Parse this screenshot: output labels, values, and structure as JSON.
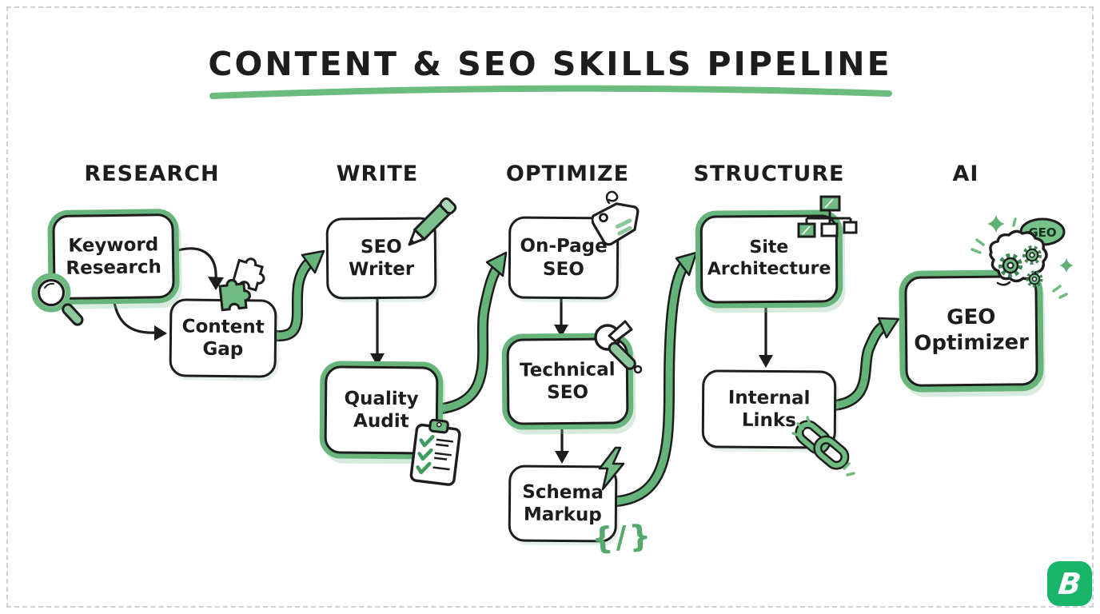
{
  "title": "CONTENT & SEO SKILLS PIPELINE",
  "columns": {
    "research": "RESEARCH",
    "write": "WRITE",
    "optimize": "OPTIMIZE",
    "structure": "STRUCTURE",
    "ai": "AI"
  },
  "nodes": {
    "keyword_research": {
      "line1": "Keyword",
      "line2": "Research",
      "icon": "magnifying-glass",
      "highlighted": true
    },
    "content_gap": {
      "line1": "Content",
      "line2": "Gap",
      "icon": "puzzle-pieces",
      "highlighted": false
    },
    "seo_writer": {
      "line1": "SEO",
      "line2": "Writer",
      "icon": "pencil",
      "highlighted": false
    },
    "quality_audit": {
      "line1": "Quality",
      "line2": "Audit",
      "icon": "clipboard-checklist",
      "highlighted": true
    },
    "on_page_seo": {
      "line1": "On-Page",
      "line2": "SEO",
      "icon": "price-tag",
      "highlighted": false
    },
    "technical_seo": {
      "line1": "Technical",
      "line2": "SEO",
      "icon": "wrench",
      "highlighted": true
    },
    "schema_markup": {
      "line1": "Schema",
      "line2": "Markup",
      "icon": "lightning-bolt",
      "icon2": "code-braces",
      "code_glyph": "{/}",
      "highlighted": false
    },
    "site_architecture": {
      "line1": "Site",
      "line2": "Architecture",
      "icon": "sitemap",
      "highlighted": true
    },
    "internal_links": {
      "line1": "Internal",
      "line2": "Links",
      "icon": "chain-link",
      "highlighted": false
    },
    "geo_optimizer": {
      "line1": "GEO",
      "line2": "Optimizer",
      "icon": "brain-gears",
      "bubble": "GEO",
      "highlighted": true
    }
  },
  "connections": [
    {
      "from": "keyword_research",
      "to": "content_gap",
      "style": "black-curved"
    },
    {
      "from": "content_gap",
      "to": "seo_writer",
      "style": "green-swoosh"
    },
    {
      "from": "seo_writer",
      "to": "quality_audit",
      "style": "black-straight"
    },
    {
      "from": "quality_audit",
      "to": "on_page_seo",
      "style": "green-swoosh"
    },
    {
      "from": "on_page_seo",
      "to": "technical_seo",
      "style": "black-straight"
    },
    {
      "from": "technical_seo",
      "to": "schema_markup",
      "style": "black-straight"
    },
    {
      "from": "schema_markup",
      "to": "site_architecture",
      "style": "green-swoosh"
    },
    {
      "from": "site_architecture",
      "to": "internal_links",
      "style": "black-straight"
    },
    {
      "from": "internal_links",
      "to": "geo_optimizer",
      "style": "green-swoosh"
    }
  ],
  "colors": {
    "accent_green": "#67b57b",
    "arrow_green": "#64b47a",
    "underline_green": "#6cbc7e",
    "ink": "#1d1d1d",
    "logo_green": "#19b56b"
  },
  "logo": {
    "letter": "B"
  }
}
